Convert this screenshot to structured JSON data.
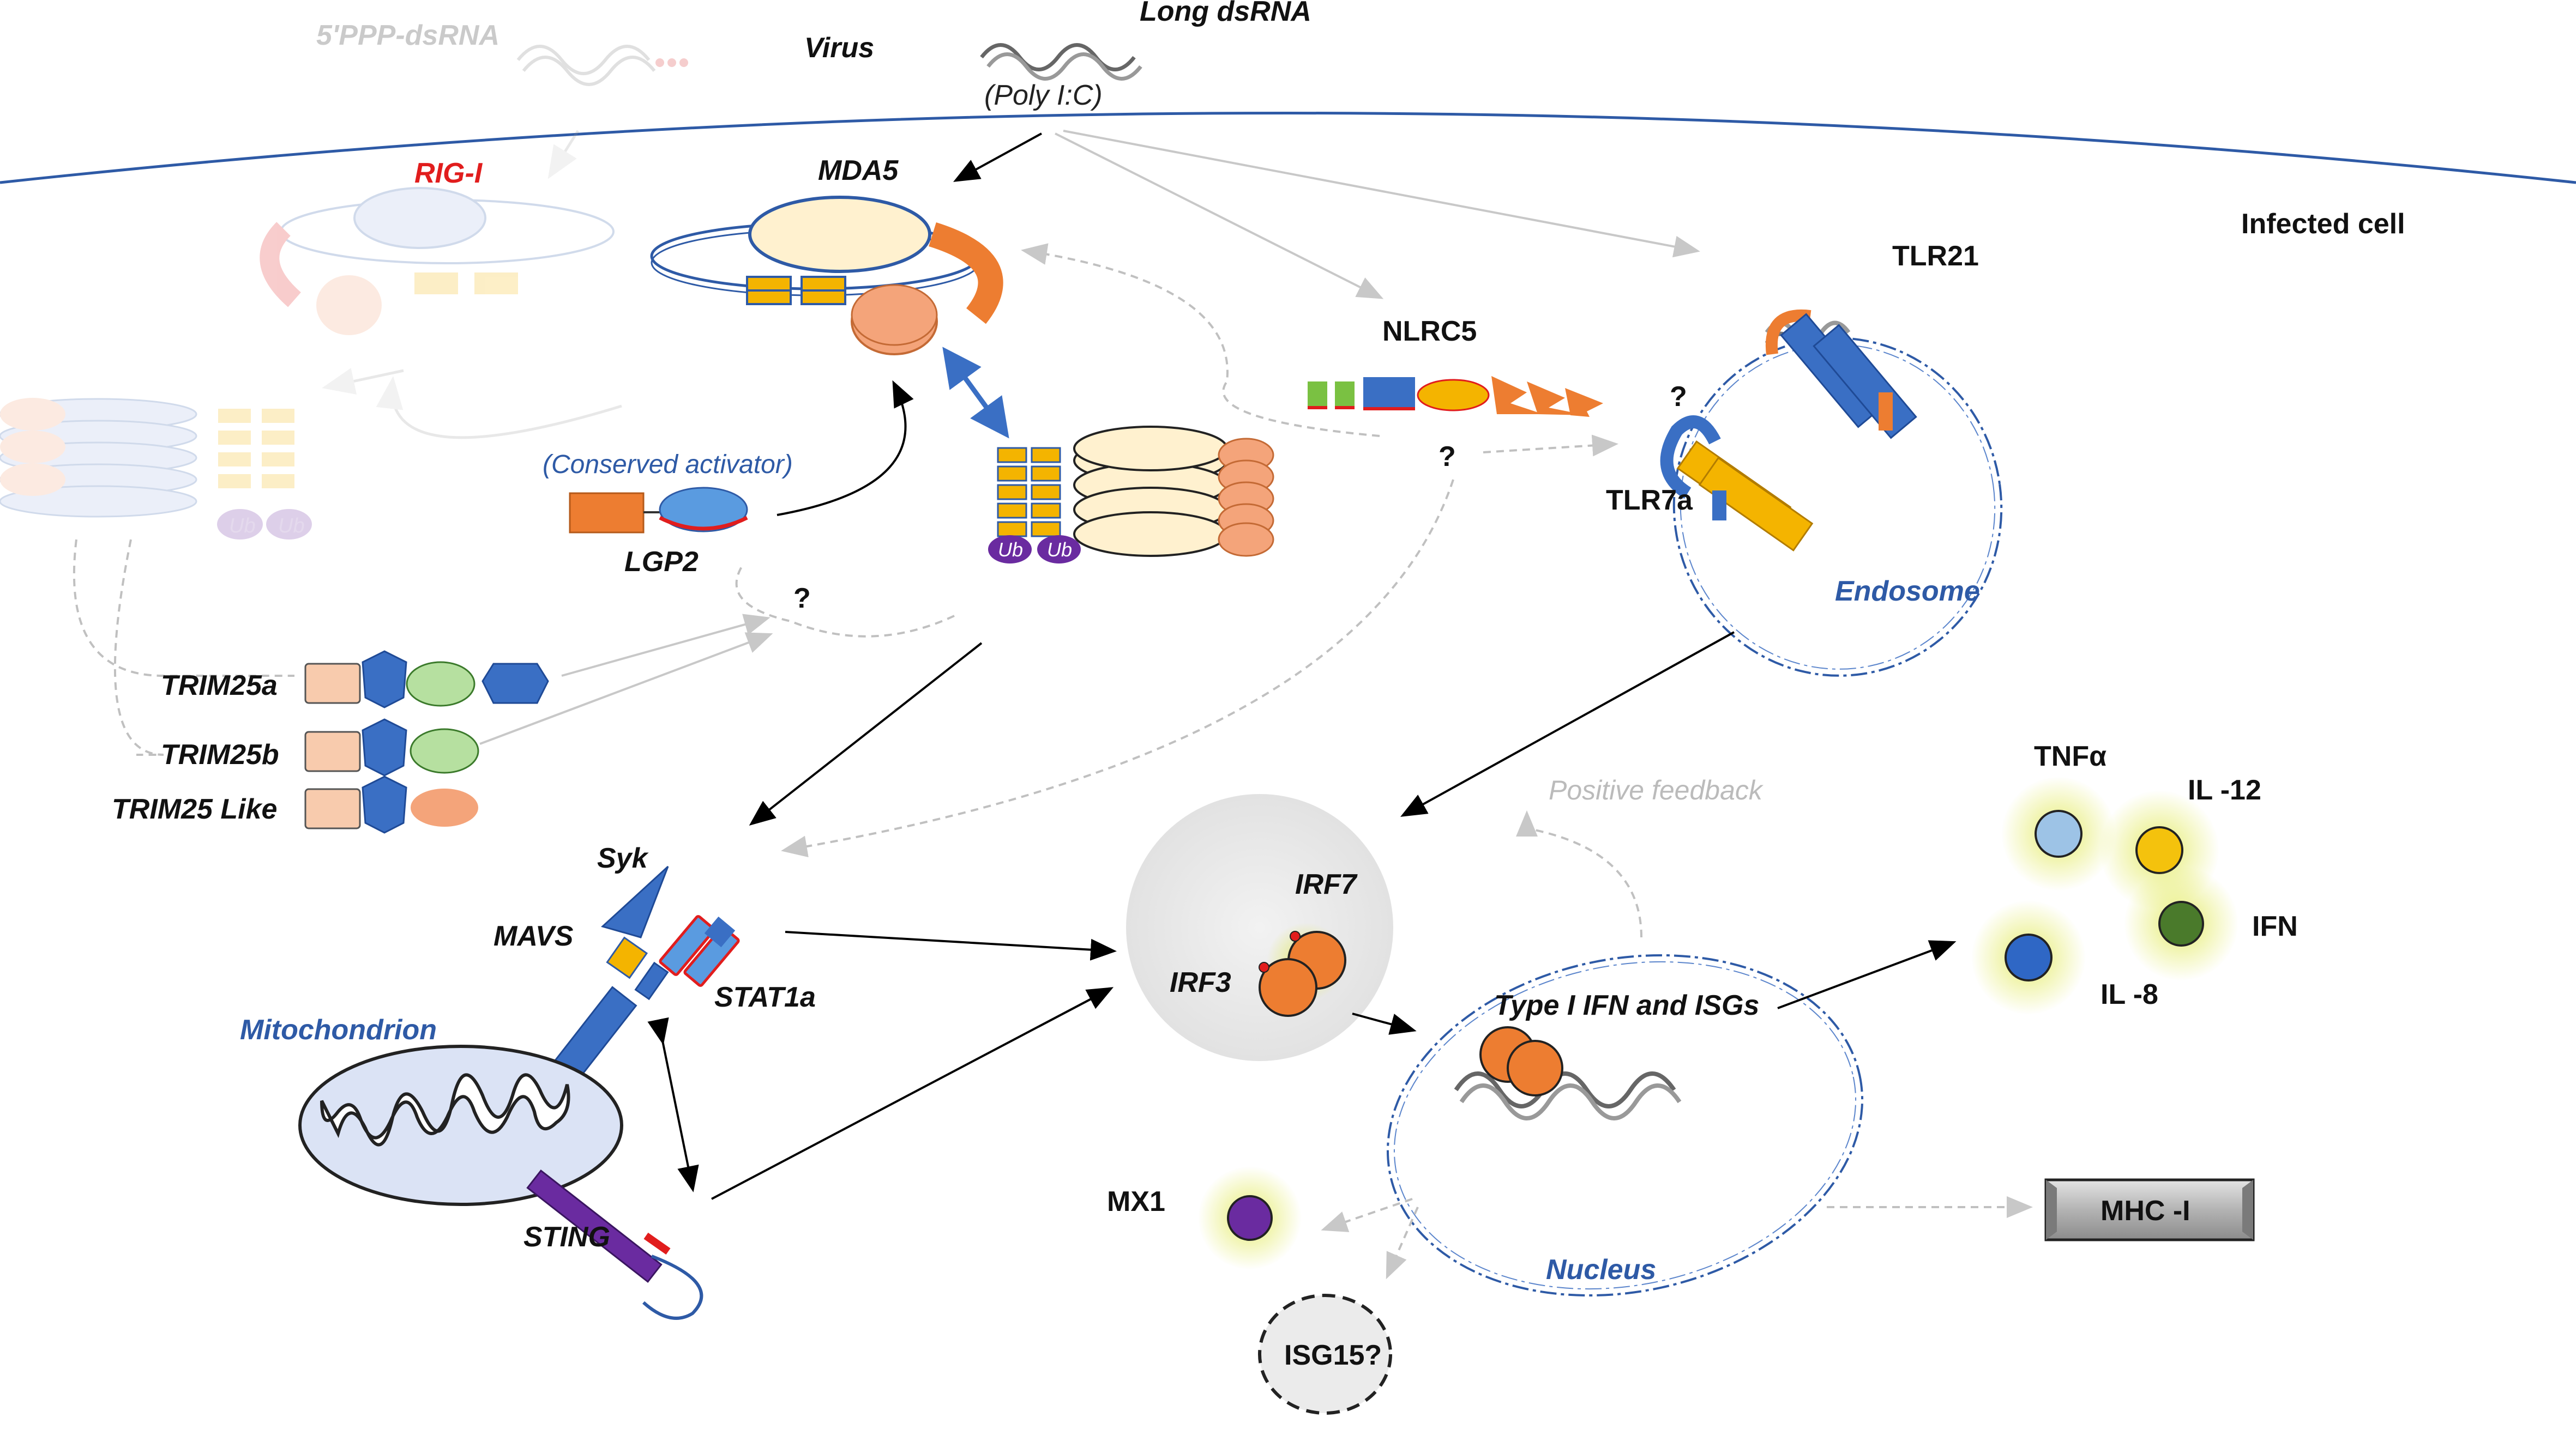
{
  "labels": {
    "ppp_dsrna": "5'PPP-dsRNA",
    "virus": "Virus",
    "long_dsrna": "Long dsRNA",
    "poly_ic": "(Poly I:C)",
    "rig_i": "RIG-I",
    "mda5": "MDA5",
    "infected_cell": "Infected cell",
    "tlr21": "TLR21",
    "nlrc5": "NLRC5",
    "tlr7a": "TLR7a",
    "endosome": "Endosome",
    "conserved_activator": "(Conserved activator)",
    "lgp2": "LGP2",
    "trim25a": "TRIM25a",
    "trim25b": "TRIM25b",
    "trim25_like": "TRIM25 Like",
    "syk": "Syk",
    "mavs": "MAVS",
    "stat1a": "STAT1a",
    "mitochondrion": "Mitochondrion",
    "sting": "STING",
    "irf7": "IRF7",
    "irf3": "IRF3",
    "positive_feedback": "Positive feedback",
    "type1_ifn_isgs": "Type I IFN and ISGs",
    "nucleus": "Nucleus",
    "tnfa": "TNFα",
    "il12": "IL -12",
    "ifn": "IFN",
    "il8": "IL -8",
    "mx1": "MX1",
    "isg15": "ISG15?",
    "mhc1": "MHC -I",
    "ub": "Ub",
    "question": "?"
  },
  "colors": {
    "membrane": "#2e5aa6",
    "rig_i_label": "#e11d1d",
    "orange": "#ed7d31",
    "yellow": "#f4b400",
    "blue_domain": "#3a6fc4",
    "peach": "#f4a47a",
    "cream": "#fff1cf",
    "green": "#b6e0a0",
    "purple": "#6a2ba0",
    "mito_fill": "#dbe3f5",
    "nucleus_fill": "#ececec",
    "grey_arrow": "#c8c8c8",
    "dashed_grey": "#c0c0c0",
    "cytokine_glow": "#e8ef7a",
    "tnfa": "#9dc3e6",
    "il12": "#f4c20d",
    "ifn": "#4a7a2b",
    "il8": "#2f67c5",
    "mx1": "#6a2ba0"
  }
}
